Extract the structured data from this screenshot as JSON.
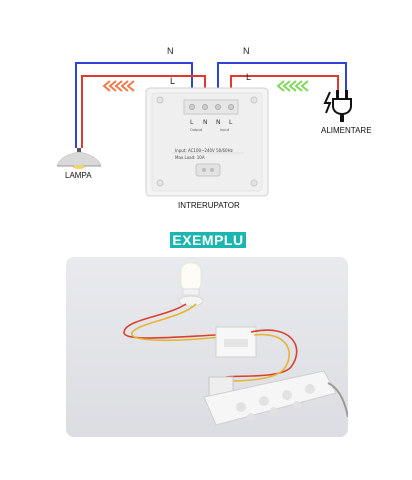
{
  "diagram": {
    "neutral_label": "N",
    "live_label": "L",
    "lamp_label": "LAMPA",
    "supply_label": "ALIMENTARE",
    "switch_label": "INTRERUPATOR",
    "terminals": [
      "L",
      "N",
      "N",
      "L"
    ],
    "output_label": "Output",
    "input_label": "Input",
    "spec_line1": "Input: AC100~240V  50/60Hz",
    "spec_line2": "Max.Load: 10A",
    "colors": {
      "neutral_wire": "#2f44d4",
      "live_wire": "#e03a2e",
      "arrows_left": "#f07a4a",
      "arrows_right": "#7ed957"
    }
  },
  "example": {
    "title": "EXEMPLU",
    "accent": "#1bb6b0"
  }
}
